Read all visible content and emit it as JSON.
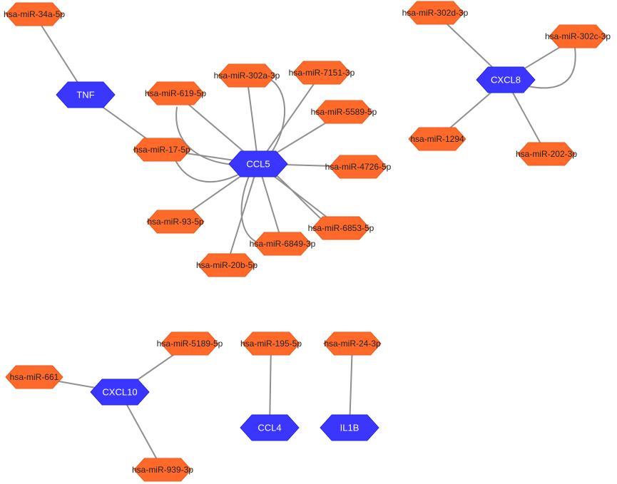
{
  "colors": {
    "mirna": "#ff6a2b",
    "mirna_stroke": "#e85a1d",
    "gene": "#3b36ff",
    "gene_stroke": "#2a26e0",
    "edge": "#8f8f8f"
  },
  "nodes": {
    "tnf": {
      "label": "TNF",
      "type": "gene"
    },
    "ccl5": {
      "label": "CCL5",
      "type": "gene"
    },
    "cxcl8": {
      "label": "CXCL8",
      "type": "gene"
    },
    "cxcl10": {
      "label": "CXCL10",
      "type": "gene"
    },
    "ccl4": {
      "label": "CCL4",
      "type": "gene"
    },
    "il1b": {
      "label": "IL1B",
      "type": "gene"
    },
    "m34a": {
      "label": "hsa-miR-34a-5p",
      "type": "mirna"
    },
    "m619": {
      "label": "hsa-miR-619-5p",
      "type": "mirna"
    },
    "m302a": {
      "label": "hsa-miR-302a-3p",
      "type": "mirna"
    },
    "m7151": {
      "label": "hsa-miR-7151-3p",
      "type": "mirna"
    },
    "m5589": {
      "label": "hsa-miR-5589-5p",
      "type": "mirna"
    },
    "m17": {
      "label": "hsa-miR-17-5p",
      "type": "mirna"
    },
    "m4726": {
      "label": "hsa-miR-4726-5p",
      "type": "mirna"
    },
    "m93": {
      "label": "hsa-miR-93-5p",
      "type": "mirna"
    },
    "m6853": {
      "label": "hsa-miR-6853-5p",
      "type": "mirna"
    },
    "m6849": {
      "label": "hsa-miR-6849-3p",
      "type": "mirna"
    },
    "m20b": {
      "label": "hsa-miR-20b-5p",
      "type": "mirna"
    },
    "m302d": {
      "label": "hsa-miR-302d-3p",
      "type": "mirna"
    },
    "m302c": {
      "label": "hsa-miR-302c-3p",
      "type": "mirna"
    },
    "m1294": {
      "label": "hsa-miR-1294",
      "type": "mirna"
    },
    "m202": {
      "label": "hsa-miR-202-3p",
      "type": "mirna"
    },
    "m5189": {
      "label": "hsa-miR-5189-5p",
      "type": "mirna"
    },
    "m661": {
      "label": "hsa-miR-661",
      "type": "mirna"
    },
    "m939": {
      "label": "hsa-miR-939-3p",
      "type": "mirna"
    },
    "m195": {
      "label": "hsa-miR-195-5p",
      "type": "mirna"
    },
    "m24": {
      "label": "hsa-miR-24-3p",
      "type": "mirna"
    }
  },
  "edges": [
    [
      "m34a",
      "tnf"
    ],
    [
      "tnf",
      "m17"
    ],
    [
      "m17",
      "ccl5"
    ],
    [
      "m619",
      "ccl5"
    ],
    [
      "m302a",
      "ccl5"
    ],
    [
      "m7151",
      "ccl5"
    ],
    [
      "m5589",
      "ccl5"
    ],
    [
      "m4726",
      "ccl5"
    ],
    [
      "m6853",
      "ccl5"
    ],
    [
      "m6849",
      "ccl5"
    ],
    [
      "m20b",
      "ccl5"
    ],
    [
      "m93",
      "ccl5"
    ],
    [
      "m302d",
      "cxcl8"
    ],
    [
      "m302c",
      "cxcl8"
    ],
    [
      "m1294",
      "cxcl8"
    ],
    [
      "m202",
      "cxcl8"
    ],
    [
      "m5189",
      "cxcl10"
    ],
    [
      "m661",
      "cxcl10"
    ],
    [
      "m939",
      "cxcl10"
    ],
    [
      "m195",
      "ccl4"
    ],
    [
      "m24",
      "il1b"
    ]
  ]
}
